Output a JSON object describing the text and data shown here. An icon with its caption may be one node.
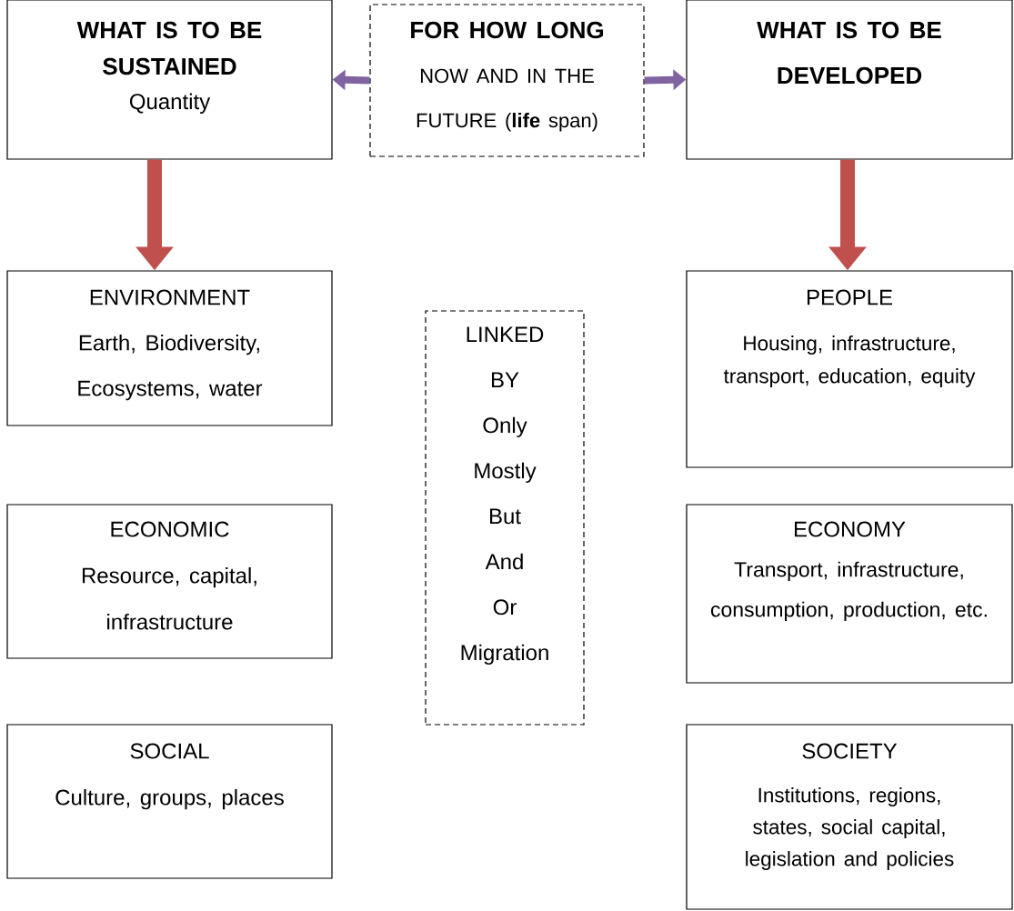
{
  "diagram": {
    "nodes": [
      {
        "text": [
          "WHAT IS TO BE SUSTAINED",
          "Quantity"
        ]
      },
      {
        "text": [
          "FOR HOW LONG",
          "NOW AND IN THE FUTURE (**life** span)"
        ]
      },
      {
        "text": [
          "WHAT IS TO BE DEVELOPED"
        ]
      },
      {
        "text": [
          "ENVIRONMENT",
          "Earth, Biodiversity, Ecosystems, water"
        ]
      },
      {
        "text": [
          "LINKED",
          "BY",
          "Only",
          "Mostly",
          "But",
          "And",
          "Or",
          "Migration"
        ]
      },
      {
        "text": [
          "PEOPLE",
          "Housing, infrastructure, transport, education, equity"
        ]
      },
      {
        "text": [
          "ECONOMIC",
          "Resource, capital, infrastructure"
        ]
      },
      {
        "text": [
          "ECONOMY",
          "Transport, infrastructure, consumption, production, etc."
        ]
      },
      {
        "text": [
          "SOCIAL",
          "Culture, groups, places"
        ]
      },
      {
        "text": [
          "SOCIETY",
          "Institutions, regions, states, social capital, legislation and policies"
        ]
      }
    ],
    "edges": [
      {
        "from": 1,
        "to": 0,
        "arrow": "to",
        "color": "#8064a2"
      },
      {
        "from": 1,
        "to": 2,
        "arrow": "to",
        "color": "#8064a2"
      },
      {
        "from": 0,
        "to": 3,
        "arrow": "to",
        "style": "thick",
        "color": "#c0504d"
      },
      {
        "from": 2,
        "to": 5,
        "arrow": "to",
        "style": "thick",
        "color": "#c0504d"
      }
    ]
  }
}
